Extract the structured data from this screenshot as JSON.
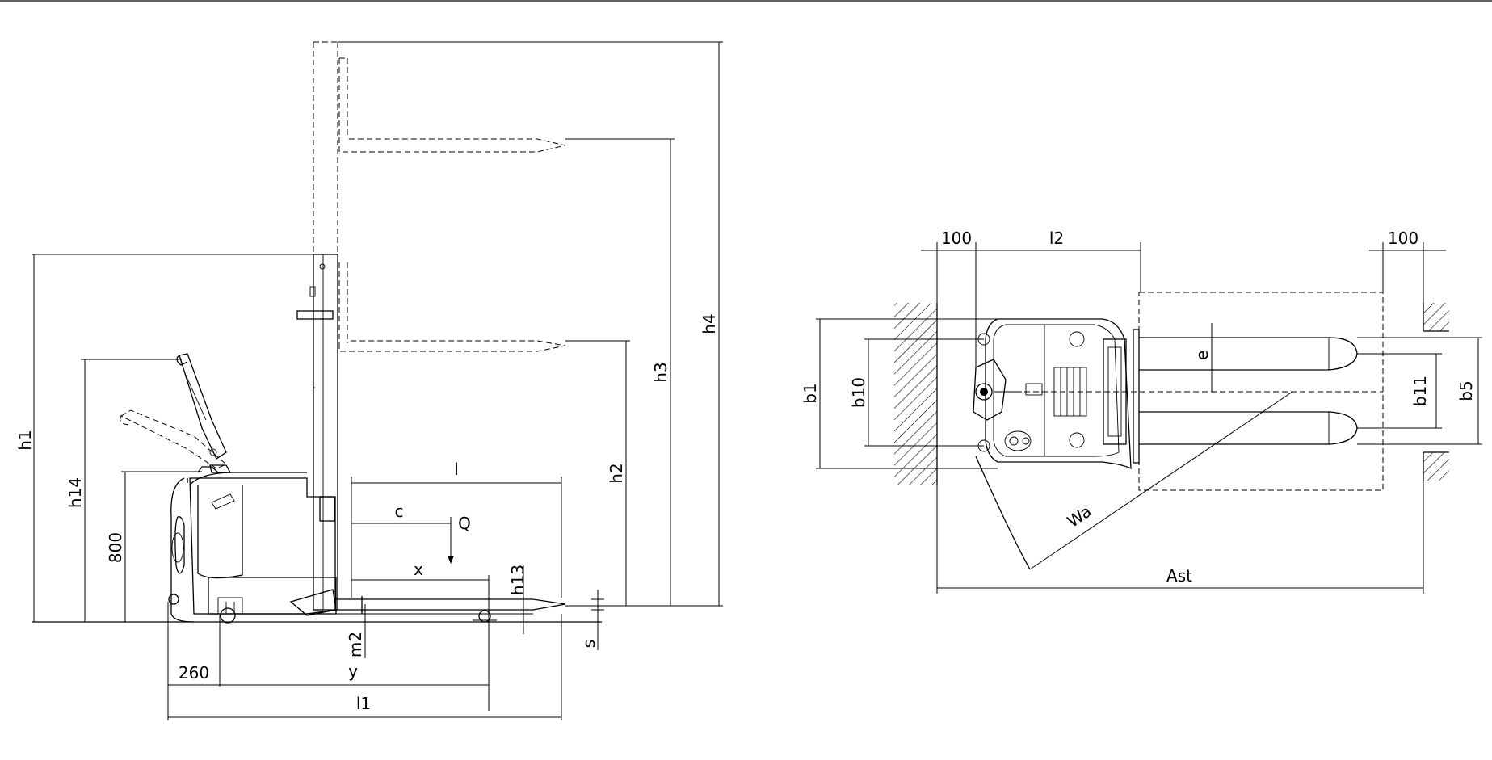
{
  "side_view": {
    "labels": {
      "h1": "h1",
      "h14": "h14",
      "h800": "800",
      "h2": "h2",
      "h3": "h3",
      "h4": "h4",
      "l": "l",
      "c": "c",
      "Q": "Q",
      "x": "x",
      "h13": "h13",
      "m2": "m2",
      "s": "s",
      "d260": "260",
      "y": "y",
      "l1": "l1"
    }
  },
  "top_view": {
    "labels": {
      "d100_left": "100",
      "l2": "l2",
      "d100_right": "100",
      "b1": "b1",
      "b10": "b10",
      "e": "e",
      "b11": "b11",
      "b5": "b5",
      "Wa": "Wa",
      "Ast": "Ast"
    }
  },
  "colors": {
    "ink": "#000000",
    "paper": "#ffffff"
  }
}
